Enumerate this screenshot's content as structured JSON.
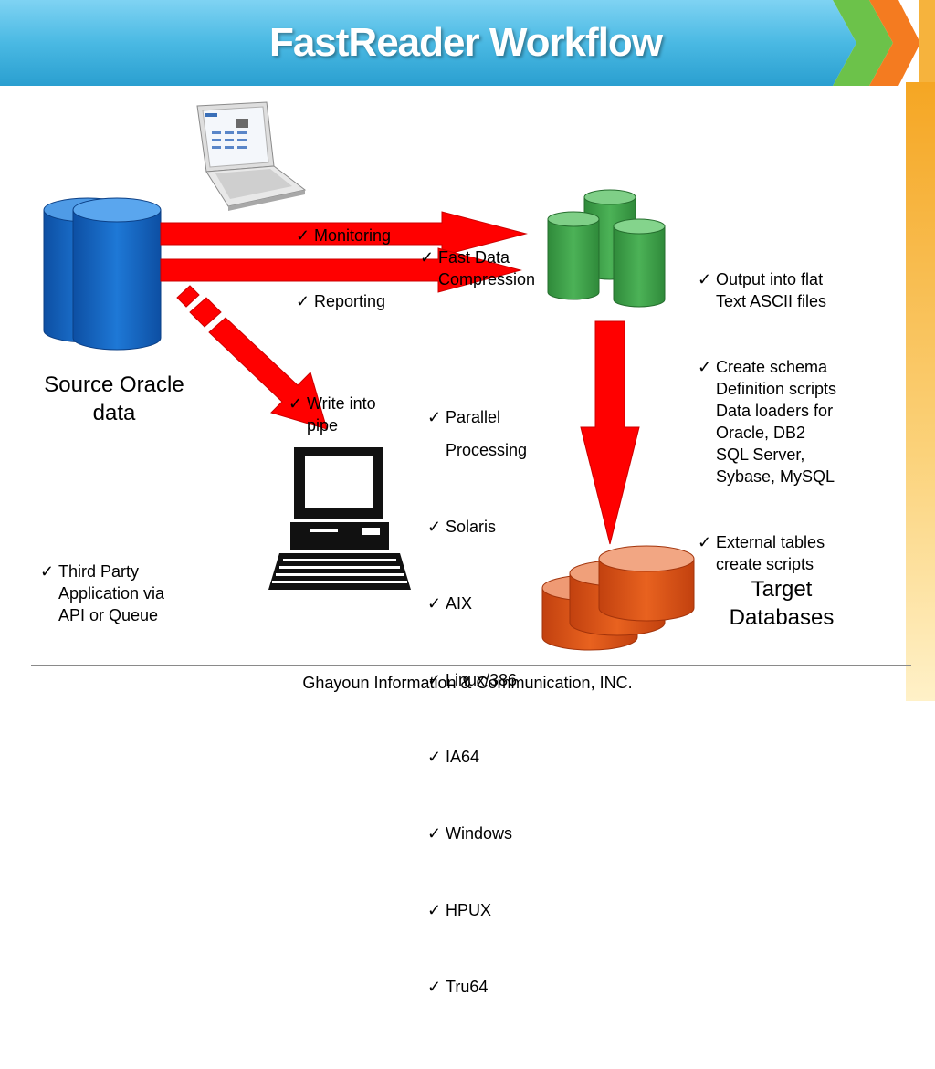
{
  "slide": {
    "title": "FastReader Workflow",
    "footer": "Ghayoun Information & Communication, INC."
  },
  "labels": {
    "source": "Source Oracle\ndata",
    "target": "Target\nDatabases"
  },
  "lists": {
    "monitoring": [
      "Monitoring",
      "Reporting"
    ],
    "compression": [
      "Fast Data\nCompression"
    ],
    "pipe": [
      "Write into\npipe"
    ],
    "third_party": [
      "Third Party\nApplication via\nAPI or Queue"
    ],
    "platforms": [
      "Parallel\nProcessing",
      "Solaris",
      "AIX",
      "Linux/386",
      "IA64",
      "Windows",
      "HPUX",
      "Tru64"
    ],
    "outputs": [
      "Output into flat\nText ASCII files",
      "Create schema\nDefinition scripts\nData loaders for\nOracle, DB2\nSQL Server,\nSybase, MySQL",
      "External tables\ncreate scripts"
    ]
  },
  "colors": {
    "title_bar": "#4ab9e3",
    "arrow": "#ff0000",
    "source_db": "#1565c0",
    "staging_db": "#3f9e49",
    "target_db": "#e3591c",
    "chevron_green": "#6cc24a",
    "chevron_orange": "#f47b20"
  },
  "icons": {
    "laptop": "laptop-icon",
    "desktop": "desktop-computer-icon",
    "database": "database-cylinder-icon"
  }
}
